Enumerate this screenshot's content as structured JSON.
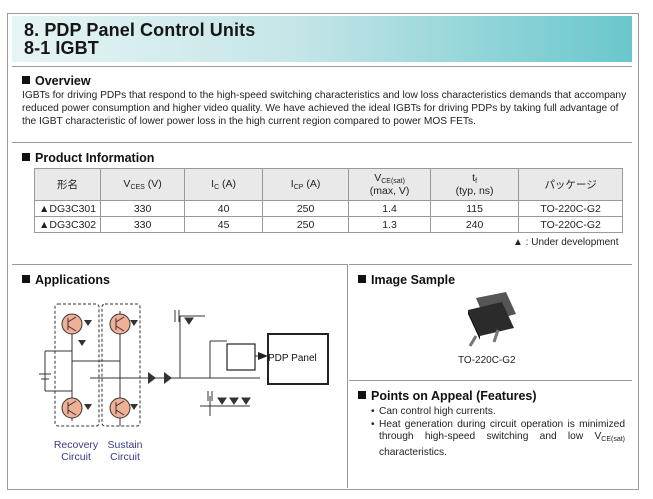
{
  "header": {
    "title_line1": "8. PDP Panel Control Units",
    "title_line2": "8-1 IGBT"
  },
  "overview": {
    "heading": "Overview",
    "text": "IGBTs for driving PDPs that respond to the high-speed switching characteristics and low loss characteristics demands that accompany reduced power consumption and higher video quality. We have achieved the ideal IGBTs for driving PDPs by taking full advantage of the IGBT characteristic of lower power loss in the high current region compared to power MOS FETs."
  },
  "product": {
    "heading": "Product Information",
    "columns": [
      {
        "main": "形名",
        "sub": "",
        "rest": ""
      },
      {
        "main": "V",
        "sub": "CES",
        "rest": " (V)"
      },
      {
        "main": "I",
        "sub": "C",
        "rest": " (A)"
      },
      {
        "main": "I",
        "sub": "CP",
        "rest": " (A)"
      },
      {
        "main": "V",
        "sub": "CE(sat)",
        "rest": "",
        "line2": "(max, V)"
      },
      {
        "main": "t",
        "sub": "f",
        "rest": "",
        "line2": "(typ, ns)"
      },
      {
        "main": "パッケージ",
        "sub": "",
        "rest": ""
      }
    ],
    "rows": [
      [
        "▲DG3C301",
        "330",
        "40",
        "250",
        "1.4",
        "115",
        "TO-220C-G2"
      ],
      [
        "▲DG3C302",
        "330",
        "45",
        "250",
        "1.3",
        "240",
        "TO-220C-G2"
      ]
    ],
    "note": "▲ : Under development"
  },
  "applications": {
    "heading": "Applications",
    "recovery_label_1": "Recovery",
    "recovery_label_2": "Circuit",
    "sustain_label_1": "Sustain",
    "sustain_label_2": "Circuit",
    "panel_label": "PDP Panel"
  },
  "image_sample": {
    "heading": "Image Sample",
    "package_label": "TO-220C-G2"
  },
  "points": {
    "heading": "Points on Appeal (Features)",
    "item1": "Can control high currents.",
    "item2_main": "Heat generation during circuit operation is minimized through high-speed switching and low V",
    "item2_sub": "CE(sat)",
    "item2_end": " characteristics."
  },
  "colors": {
    "header_gradient_end": "#69c7cc",
    "transistor_fill": "#f0b098",
    "circuit_label": "#3a3a8a"
  }
}
